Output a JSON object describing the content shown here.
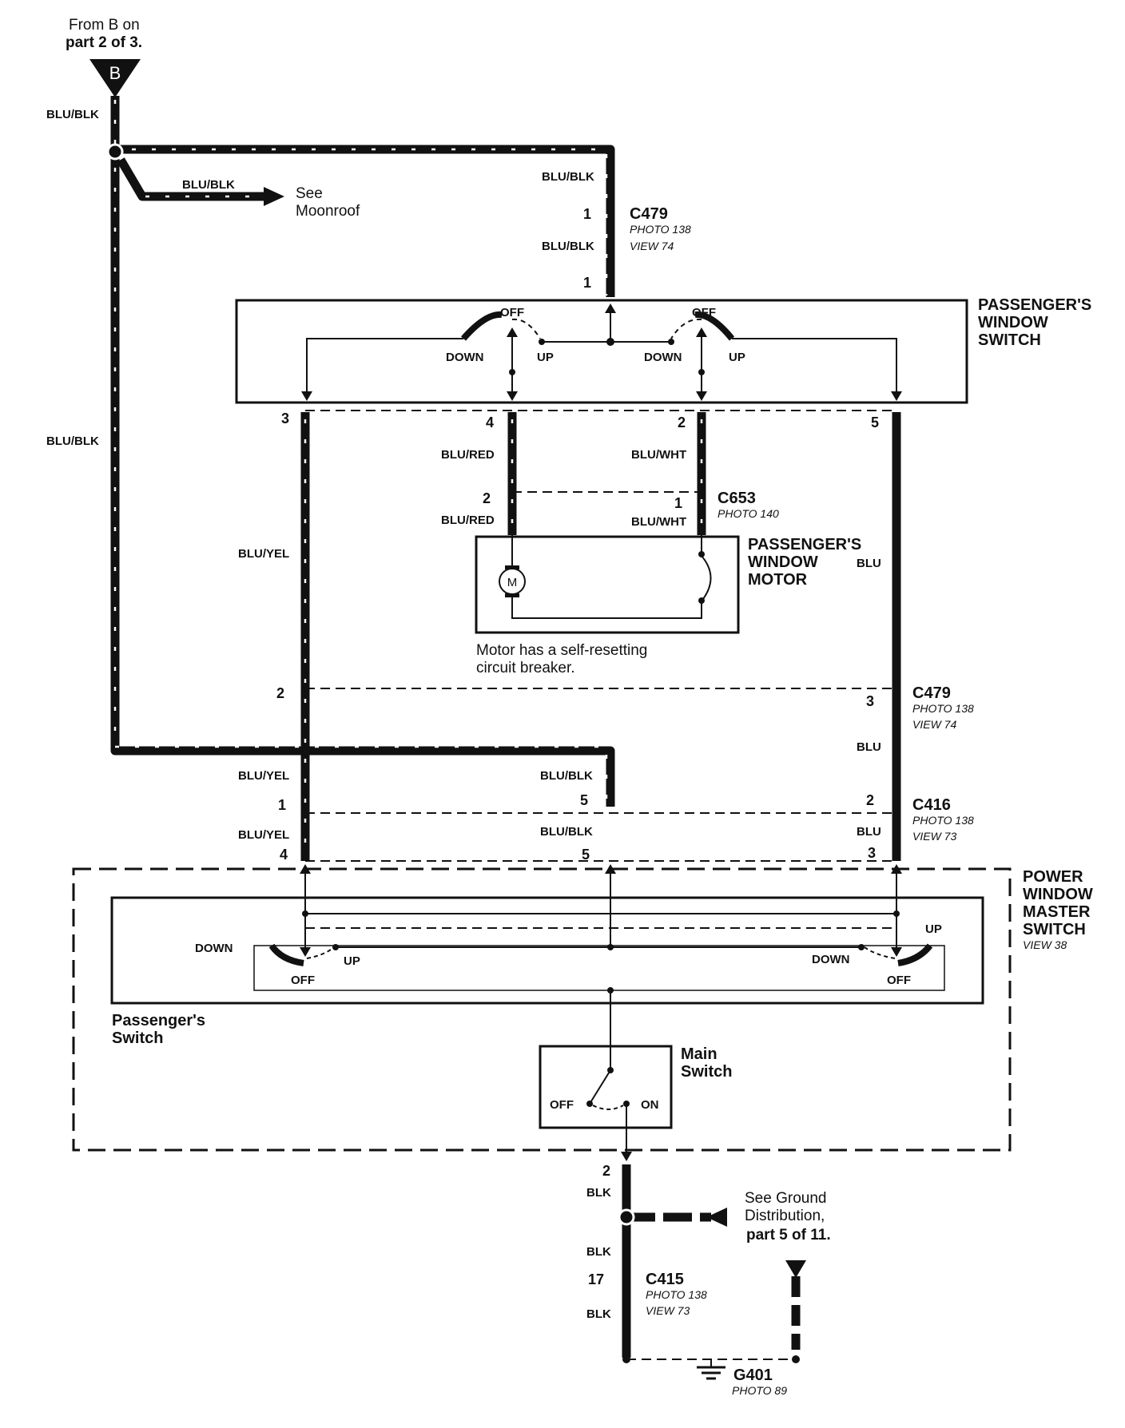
{
  "header": {
    "from_line1": "From B on",
    "from_line2": "part 2 of 3.",
    "connector_letter": "B"
  },
  "wires": {
    "blu_blk": "BLU/BLK",
    "blu_red": "BLU/RED",
    "blu_wht": "BLU/WHT",
    "blu_yel": "BLU/YEL",
    "blu": "BLU",
    "blk": "BLK"
  },
  "moonroof": {
    "line1": "See",
    "line2": "Moonroof"
  },
  "connectors": {
    "c479": {
      "name": "C479",
      "photo": "PHOTO 138",
      "view": "VIEW 74"
    },
    "c653": {
      "name": "C653",
      "photo": "PHOTO 140"
    },
    "c416": {
      "name": "C416",
      "photo": "PHOTO 138",
      "view": "VIEW 73"
    },
    "c415": {
      "name": "C415",
      "photo": "PHOTO 138",
      "view": "VIEW 73"
    },
    "g401": {
      "name": "G401",
      "photo": "PHOTO 89"
    }
  },
  "pins": {
    "p1": "1",
    "p2": "2",
    "p3": "3",
    "p4": "4",
    "p5": "5",
    "p17": "17"
  },
  "passenger_window_switch": {
    "line1": "PASSENGER'S",
    "line2": "WINDOW",
    "line3": "SWITCH"
  },
  "passenger_window_motor": {
    "line1": "PASSENGER'S",
    "line2": "WINDOW",
    "line3": "MOTOR",
    "motor_symbol": "M"
  },
  "motor_note": {
    "line1": "Motor has a self-resetting",
    "line2": "circuit breaker."
  },
  "power_window_master_switch": {
    "line1": "POWER",
    "line2": "WINDOW",
    "line3": "MASTER",
    "line4": "SWITCH",
    "view": "VIEW 38"
  },
  "passengers_switch": {
    "line1": "Passenger's",
    "line2": "Switch"
  },
  "main_switch": {
    "line1": "Main",
    "line2": "Switch",
    "off": "OFF",
    "on": "ON"
  },
  "switch_positions": {
    "off": "OFF",
    "up": "UP",
    "down": "DOWN"
  },
  "ground_ref": {
    "line1": "See Ground",
    "line2": "Distribution,",
    "line3": "part 5 of 11."
  }
}
